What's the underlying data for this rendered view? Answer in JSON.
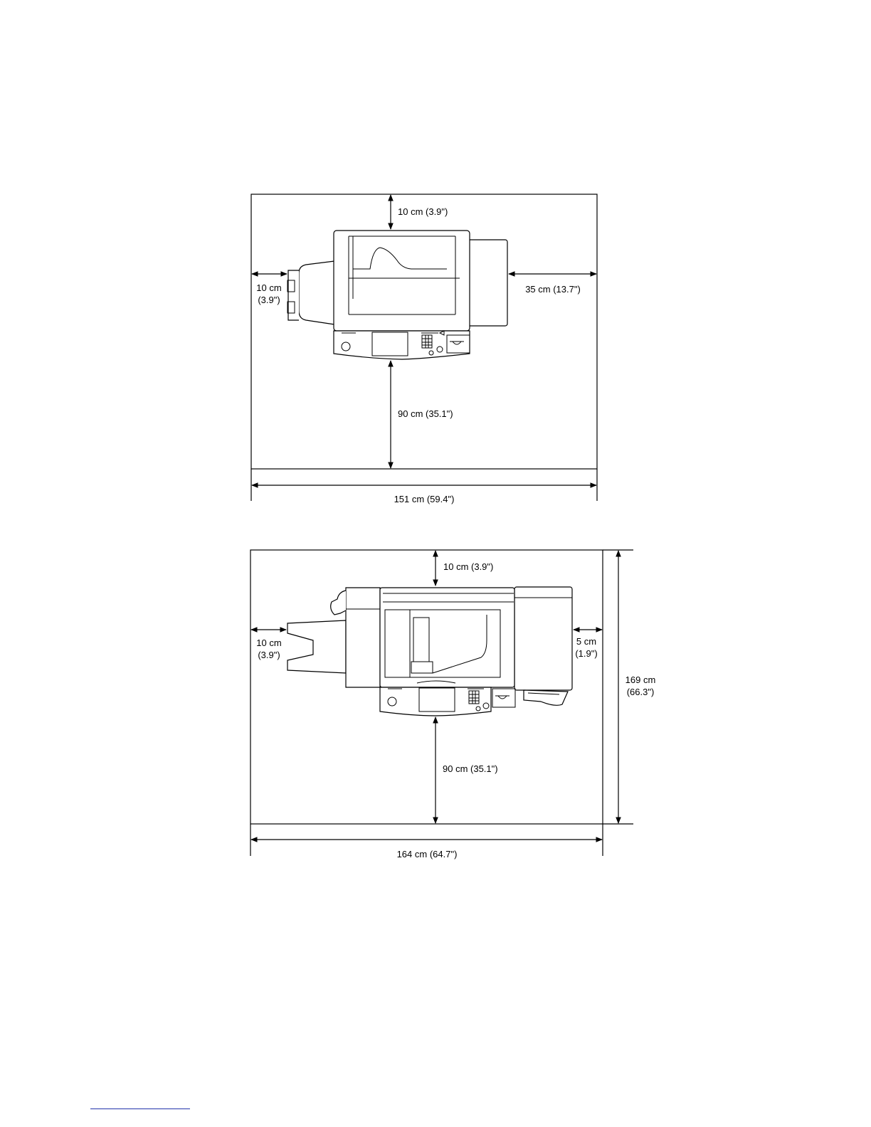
{
  "figure1": {
    "top_clearance": "10 cm (3.9\")",
    "left_clearance_line1": "10 cm",
    "left_clearance_line2": "(3.9\")",
    "right_clearance": "35 cm (13.7\")",
    "front_clearance": "90 cm (35.1\")",
    "total_width": "151 cm (59.4\")"
  },
  "figure2": {
    "top_clearance": "10 cm (3.9\")",
    "left_clearance_line1": "10 cm",
    "left_clearance_line2": "(3.9\")",
    "right_clearance_line1": "5 cm",
    "right_clearance_line2": "(1.9\")",
    "front_clearance": "90 cm (35.1\")",
    "total_width": "164 cm (64.7\")",
    "total_depth_line1": "169 cm",
    "total_depth_line2": "(66.3\")"
  }
}
